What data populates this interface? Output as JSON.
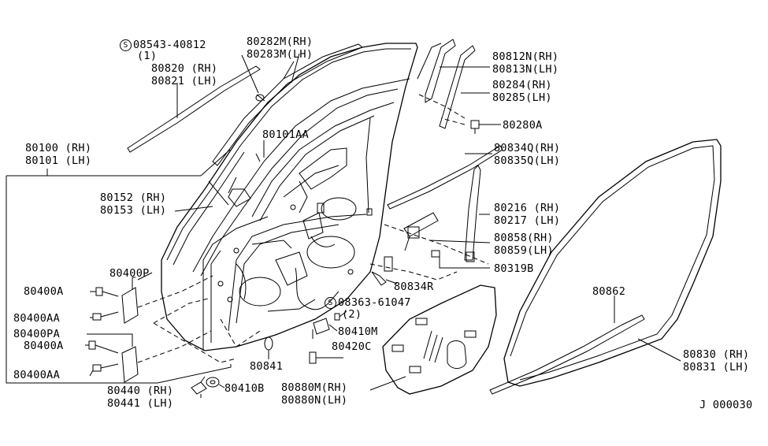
{
  "labels": {
    "screw_s": "S",
    "screw_part": "08543-40812",
    "screw_qty": "(1)",
    "outer_rh": "80282M(RH)",
    "outer_lh": "80283M(LH)",
    "chan_rh": "80820 (RH)",
    "chan_lh": "80821 (LH)",
    "door_rh": "80100 (RH)",
    "door_lh": "80101 (LH)",
    "door_aa": "80101AA",
    "mold_rh": "80152 (RH)",
    "mold_lh": "80153 (LH)",
    "hinge_p": "80400P",
    "bolt_a1": "80400A",
    "bolt_aa1": "80400AA",
    "hinge_pa": "80400PA",
    "bolt_a2": "80400A",
    "bolt_aa2": "80400AA",
    "check_rh": "80440 (RH)",
    "check_lh": "80441 (LH)",
    "pin_b": "80410B",
    "plug": "80841",
    "nut_s": "S",
    "nut_part": "08363-61047",
    "nut_qty": "(2)",
    "bracket_m": "80410M",
    "bracket_c": "80420C",
    "screen_rh": "80880M(RH)",
    "screen_lh": "80880N(LH)",
    "bumper_r": "80834R",
    "sash_rh": "80812N(RH)",
    "sash_lh": "80813N(LH)",
    "frontsash_rh": "80284(RH)",
    "frontsash_lh": "80285(LH)",
    "clip_a": "80280A",
    "weather_rh": "80834Q(RH)",
    "weather_lh": "80835Q(LH)",
    "rear_rh": "80216 (RH)",
    "rear_lh": "80217 (LH)",
    "stop_rh": "80858(RH)",
    "stop_lh": "80859(LH)",
    "clip_b": "80319B",
    "seal": "80862",
    "wstrip_rh": "80830 (RH)",
    "wstrip_lh": "80831 (LH)",
    "code": "J 000030"
  },
  "colors": {
    "line": "#000000",
    "background": "#ffffff"
  }
}
